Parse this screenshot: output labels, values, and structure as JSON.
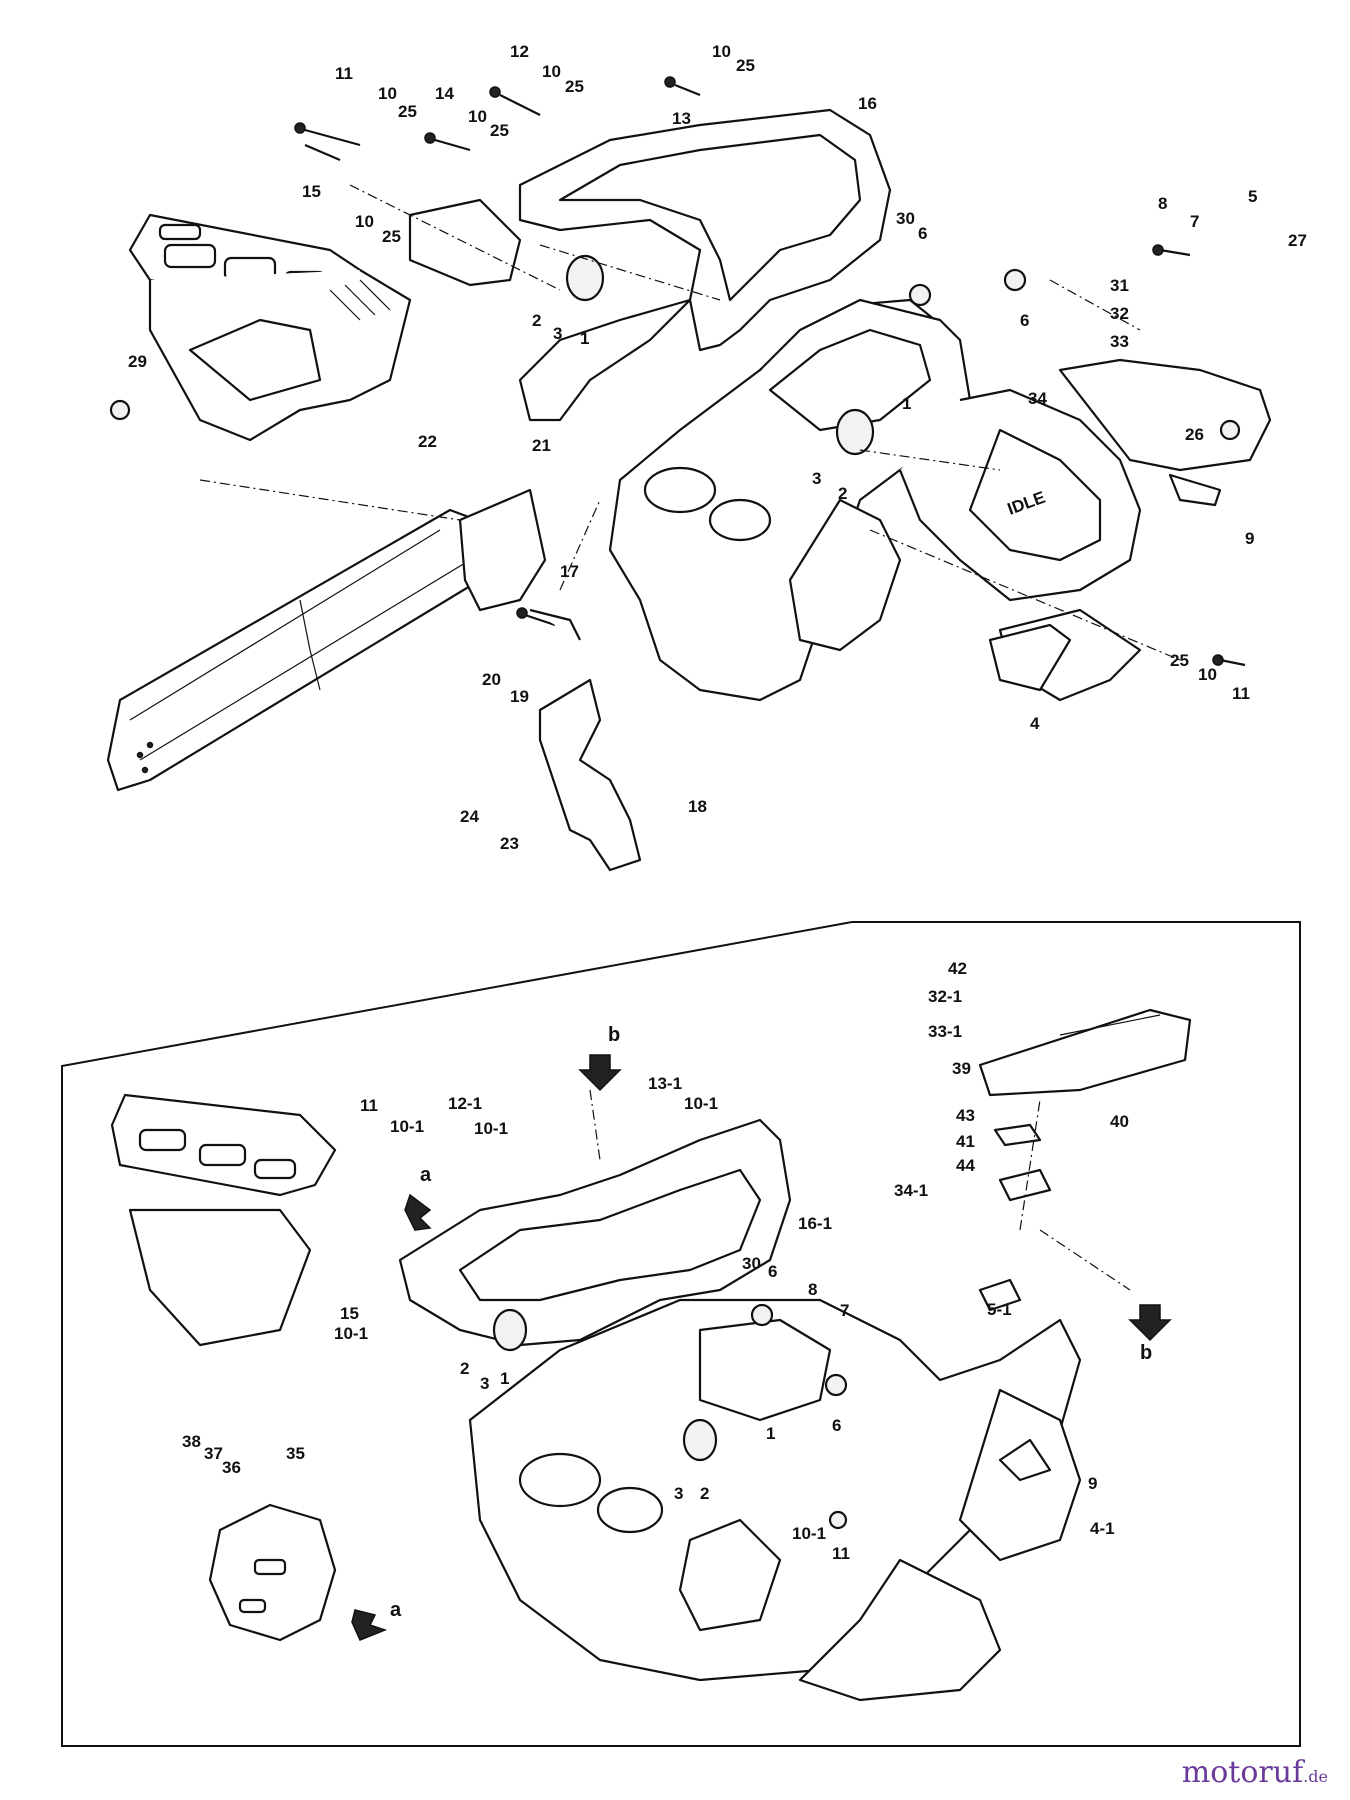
{
  "labels_top": [
    {
      "id": "t11a",
      "text": "11"
    },
    {
      "id": "t12",
      "text": "12"
    },
    {
      "id": "t10a",
      "text": "10"
    },
    {
      "id": "t25a",
      "text": "25"
    },
    {
      "id": "t10b",
      "text": "10"
    },
    {
      "id": "t25b",
      "text": "25"
    },
    {
      "id": "t13",
      "text": "13"
    },
    {
      "id": "t10c",
      "text": "10"
    },
    {
      "id": "t25c",
      "text": "25"
    },
    {
      "id": "t14",
      "text": "14"
    },
    {
      "id": "t10d",
      "text": "10"
    },
    {
      "id": "t25d",
      "text": "25"
    },
    {
      "id": "t16",
      "text": "16"
    },
    {
      "id": "t15",
      "text": "15"
    },
    {
      "id": "t10e",
      "text": "10"
    },
    {
      "id": "t25e",
      "text": "25"
    },
    {
      "id": "t8",
      "text": "8"
    },
    {
      "id": "t7",
      "text": "7"
    },
    {
      "id": "t5",
      "text": "5"
    },
    {
      "id": "t27",
      "text": "27"
    },
    {
      "id": "t30",
      "text": "30"
    },
    {
      "id": "t6a",
      "text": "6"
    },
    {
      "id": "t31",
      "text": "31"
    },
    {
      "id": "t32",
      "text": "32"
    },
    {
      "id": "t6b",
      "text": "6"
    },
    {
      "id": "t33",
      "text": "33"
    },
    {
      "id": "t2a",
      "text": "2"
    },
    {
      "id": "t3a",
      "text": "3"
    },
    {
      "id": "t1a",
      "text": "1"
    },
    {
      "id": "t29",
      "text": "29"
    },
    {
      "id": "t34",
      "text": "34"
    },
    {
      "id": "t1b",
      "text": "1"
    },
    {
      "id": "t26",
      "text": "26"
    },
    {
      "id": "t22",
      "text": "22"
    },
    {
      "id": "t21",
      "text": "21"
    },
    {
      "id": "t3b",
      "text": "3"
    },
    {
      "id": "t2b",
      "text": "2"
    },
    {
      "id": "t9a",
      "text": "9"
    },
    {
      "id": "t17",
      "text": "17"
    },
    {
      "id": "t20",
      "text": "20"
    },
    {
      "id": "t19",
      "text": "19"
    },
    {
      "id": "t25f",
      "text": "25"
    },
    {
      "id": "t10f",
      "text": "10"
    },
    {
      "id": "t11b",
      "text": "11"
    },
    {
      "id": "t4",
      "text": "4"
    },
    {
      "id": "t18",
      "text": "18"
    },
    {
      "id": "t24",
      "text": "24"
    },
    {
      "id": "t23",
      "text": "23"
    }
  ],
  "labels_bottom": [
    {
      "id": "b42",
      "text": "42"
    },
    {
      "id": "b32_1",
      "text": "32-1"
    },
    {
      "id": "b33_1",
      "text": "33-1"
    },
    {
      "id": "bb1",
      "text": "b"
    },
    {
      "id": "b39",
      "text": "39"
    },
    {
      "id": "b13_1",
      "text": "13-1"
    },
    {
      "id": "b10_1a",
      "text": "10-1"
    },
    {
      "id": "b11a",
      "text": "11"
    },
    {
      "id": "b12_1",
      "text": "12-1"
    },
    {
      "id": "b10_1b",
      "text": "10-1"
    },
    {
      "id": "b10_1c",
      "text": "10-1"
    },
    {
      "id": "b43",
      "text": "43"
    },
    {
      "id": "b40",
      "text": "40"
    },
    {
      "id": "b41",
      "text": "41"
    },
    {
      "id": "ba1",
      "text": "a"
    },
    {
      "id": "b44",
      "text": "44"
    },
    {
      "id": "b34_1",
      "text": "34-1"
    },
    {
      "id": "b16_1",
      "text": "16-1"
    },
    {
      "id": "b15",
      "text": "15"
    },
    {
      "id": "b10_1d",
      "text": "10-1"
    },
    {
      "id": "b30",
      "text": "30"
    },
    {
      "id": "b6a",
      "text": "6"
    },
    {
      "id": "b8",
      "text": "8"
    },
    {
      "id": "b7",
      "text": "7"
    },
    {
      "id": "b5_1",
      "text": "5-1"
    },
    {
      "id": "bb2",
      "text": "b"
    },
    {
      "id": "b2a",
      "text": "2"
    },
    {
      "id": "b3a",
      "text": "3"
    },
    {
      "id": "b1a",
      "text": "1"
    },
    {
      "id": "b1b",
      "text": "1"
    },
    {
      "id": "b6b",
      "text": "6"
    },
    {
      "id": "b38",
      "text": "38"
    },
    {
      "id": "b37",
      "text": "37"
    },
    {
      "id": "b36",
      "text": "36"
    },
    {
      "id": "b35",
      "text": "35"
    },
    {
      "id": "b3b",
      "text": "3"
    },
    {
      "id": "b2b",
      "text": "2"
    },
    {
      "id": "b9",
      "text": "9"
    },
    {
      "id": "b10_1e",
      "text": "10-1"
    },
    {
      "id": "b11b",
      "text": "11"
    },
    {
      "id": "b4_1",
      "text": "4-1"
    },
    {
      "id": "ba2",
      "text": "a"
    }
  ],
  "stamp_text": "IDLE",
  "watermark": {
    "main": "motoruf",
    "tld": ".de"
  }
}
